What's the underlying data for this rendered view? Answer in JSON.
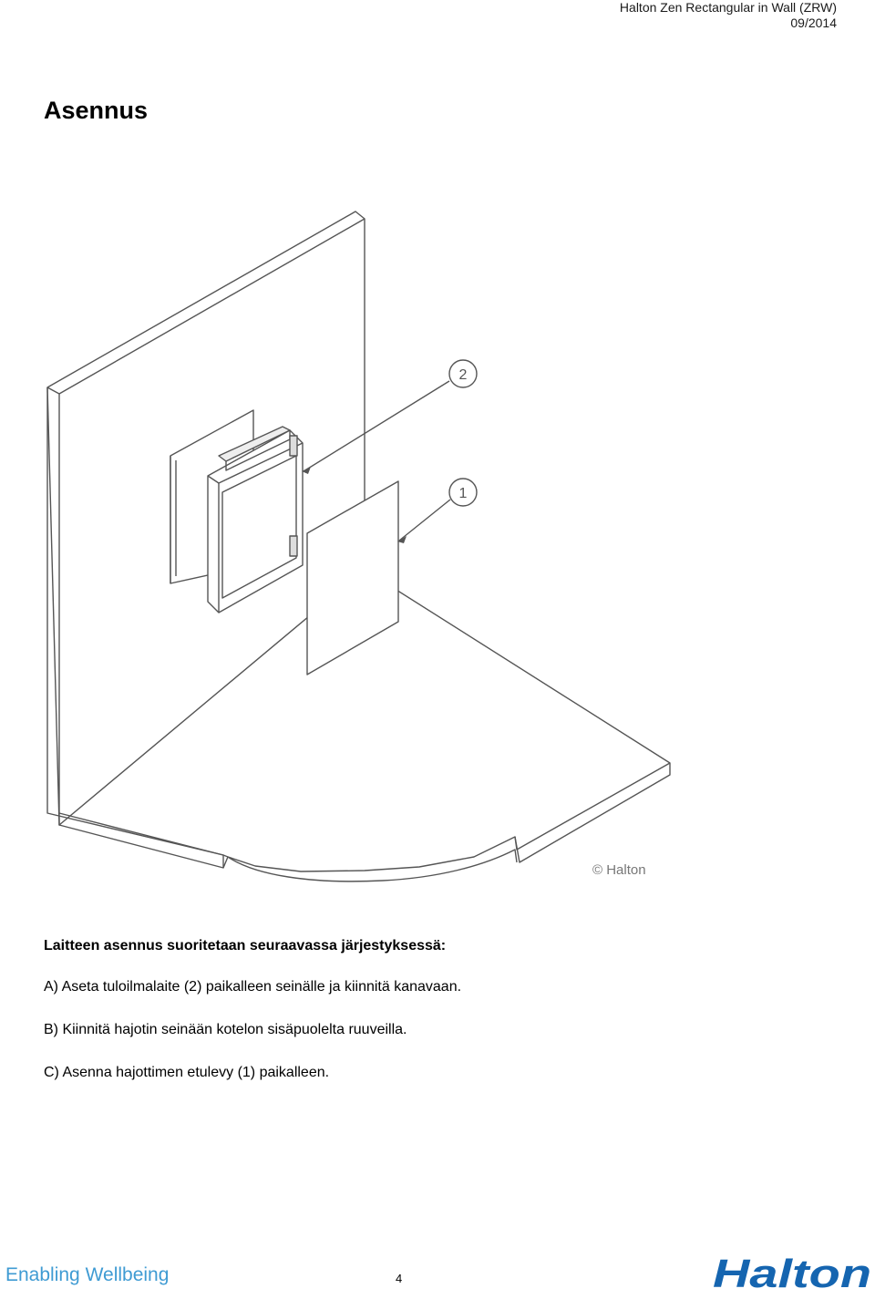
{
  "header": {
    "product": "Halton Zen Rectangular in Wall (ZRW)",
    "date": "09/2014"
  },
  "title": "Asennus",
  "drawing": {
    "callout_1": "1",
    "callout_2": "2",
    "copyright": "© Halton"
  },
  "instructions": {
    "heading": "Laitteen asennus suoritetaan seuraavassa järjestyksessä:",
    "steps": [
      "A) Aseta tuloilmalaite (2) paikalleen seinälle ja kiinnitä kanavaan.",
      "B) Kiinnitä hajotin seinään kotelon sisäpuolelta ruuveilla.",
      "C) Asenna hajottimen etulevy (1) paikalleen."
    ]
  },
  "footer": {
    "slogan": "Enabling Wellbeing",
    "page_number": "4",
    "logo_text": "Halton"
  },
  "colors": {
    "slogan": "#3f9bd3",
    "logo": "#1565b0"
  }
}
